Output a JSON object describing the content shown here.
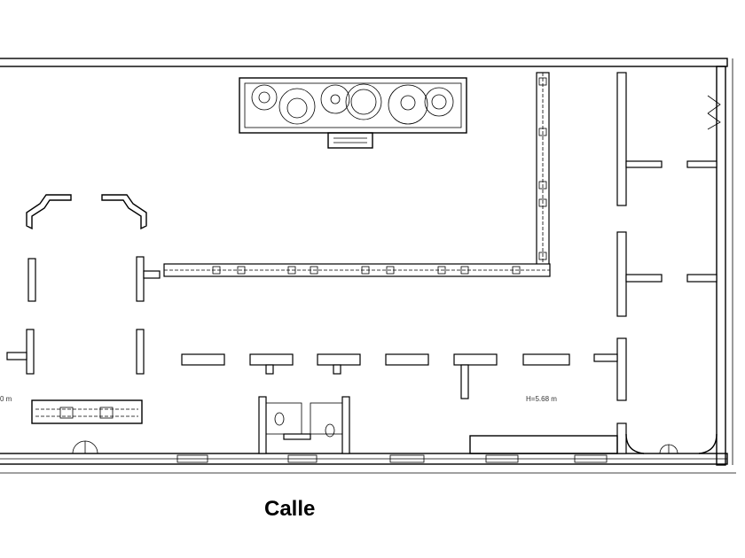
{
  "plan": {
    "street_label": "Calle",
    "height_label": "H=5.68 m",
    "left_height_label": "0 m"
  }
}
